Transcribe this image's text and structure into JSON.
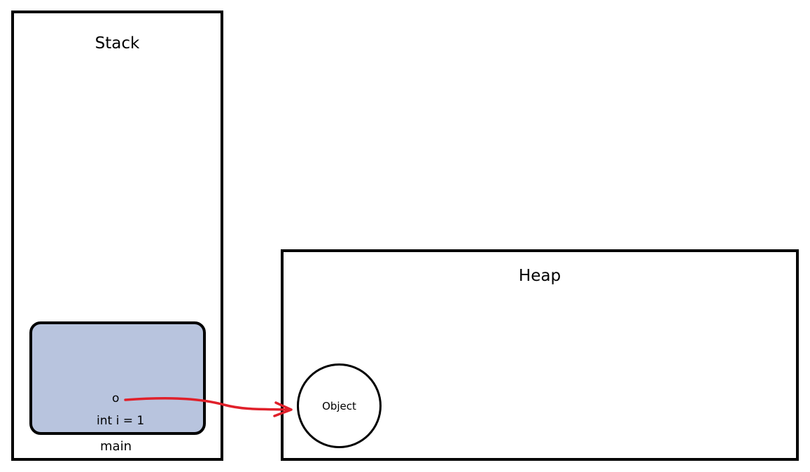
{
  "stack": {
    "title": "Stack"
  },
  "heap": {
    "title": "Heap"
  },
  "frame": {
    "variable_ref": "o",
    "variable_int": "int i = 1",
    "label": "main",
    "fill_color": "#b8c4de"
  },
  "object": {
    "label": "Object"
  },
  "reference_arrow": {
    "color": "#e0202a"
  }
}
